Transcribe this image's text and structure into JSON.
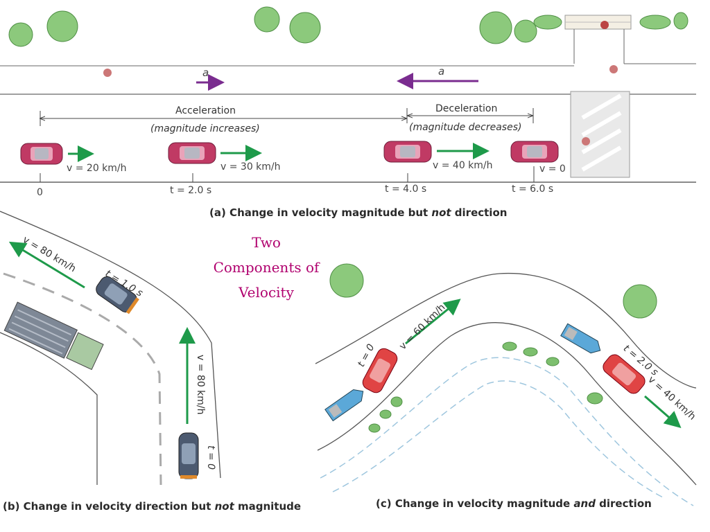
{
  "overlay_title_lines": [
    "Two",
    "Components of",
    "Velocity"
  ],
  "panel_a": {
    "accel_arrow_label": "a",
    "decel_arrow_label": "a",
    "acceleration_label": "Acceleration",
    "acceleration_note": "(magnitude increases)",
    "deceleration_label": "Deceleration",
    "deceleration_note": "(magnitude decreases)",
    "velocities": [
      "v = 20 km/h",
      "v = 30 km/h",
      "v = 40 km/h",
      "v = 0"
    ],
    "times": [
      "0",
      "t = 2.0 s",
      "t = 4.0 s",
      "t = 6.0 s"
    ],
    "caption_prefix": "(a)  Change in velocity magnitude but ",
    "caption_emph": "not",
    "caption_suffix": " direction"
  },
  "panel_b": {
    "velocity_upper": "v = 80 km/h",
    "time_upper": "t = 1.0 s",
    "velocity_lower": "v = 80 km/h",
    "time_lower": "t = 0",
    "caption_prefix": "(b)  Change in velocity direction but ",
    "caption_emph": "not",
    "caption_suffix": " magnitude"
  },
  "panel_c": {
    "time_start": "t = 0",
    "velocity_start": "v = 60 km/h",
    "time_end": "t = 2.0 s",
    "velocity_end": "v = 40 km/h",
    "caption_prefix": "(c)  Change in velocity magnitude ",
    "caption_emph": "and",
    "caption_suffix": " direction"
  },
  "colors": {
    "velocity_arrow": "#1e9a4a",
    "acceleration_arrow": "#7a2c8f",
    "car": "#c03a64",
    "overlay_text": "#b0006e",
    "tree": "#7dbf6e"
  }
}
